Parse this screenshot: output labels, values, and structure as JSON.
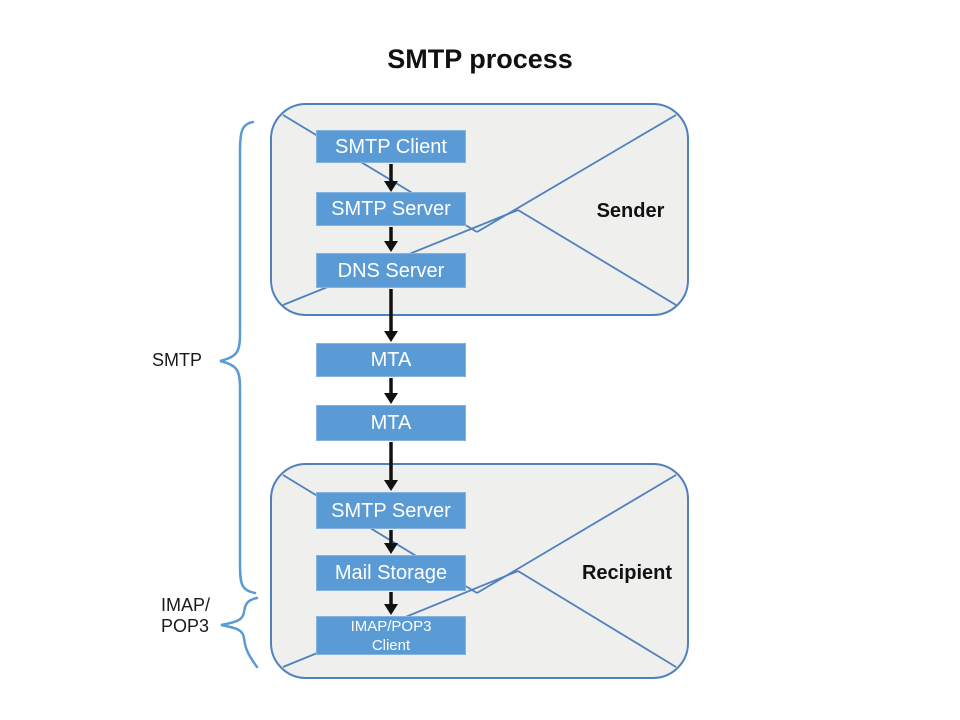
{
  "title": "SMTP process",
  "colors": {
    "node_fill": "#5b9bd5",
    "node_border": "#84b3e0",
    "envelope_fill": "#efefee",
    "envelope_border": "#4f81bd",
    "brace": "#5b9bd5",
    "arrow": "#111111",
    "text": "#111111",
    "node_text": "#ffffff"
  },
  "envelopes": [
    {
      "label": "Sender"
    },
    {
      "label": "Recipient"
    }
  ],
  "nodes": [
    {
      "label": "SMTP Client"
    },
    {
      "label": "SMTP Server"
    },
    {
      "label": "DNS Server"
    },
    {
      "label": "MTA"
    },
    {
      "label": "MTA"
    },
    {
      "label": "SMTP Server"
    },
    {
      "label": "Mail Storage"
    },
    {
      "label": "IMAP/POP3 Client",
      "lines": [
        "IMAP/POP3",
        "Client"
      ]
    }
  ],
  "braces": [
    {
      "label": "SMTP"
    },
    {
      "label": "IMAP/POP3",
      "lines": [
        "IMAP/",
        "POP3"
      ]
    }
  ]
}
